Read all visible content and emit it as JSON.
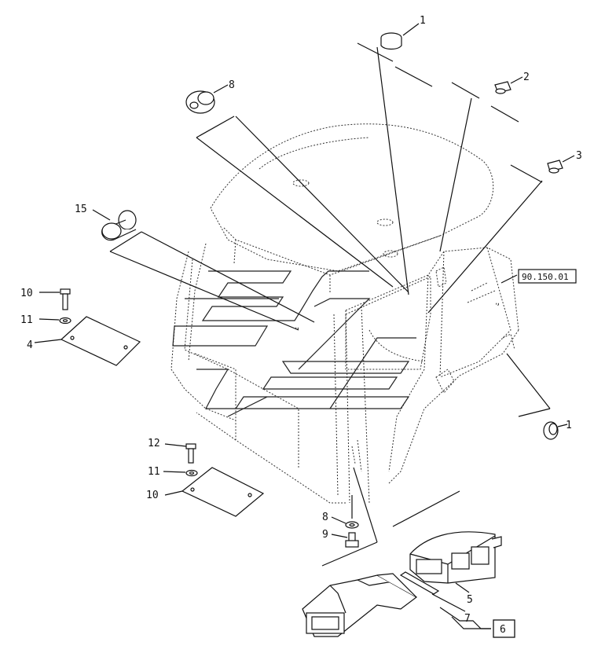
{
  "labels": {
    "p1": "1",
    "p2": "2",
    "p3": "3",
    "p4": "4",
    "p5": "5",
    "p6": "6",
    "p7": "7",
    "p8_top": "8",
    "p8_bottom": "8",
    "p9": "9",
    "p10_left": "10",
    "p10_bottom": "10",
    "p11_upper": "11",
    "p11_lower": "11",
    "p12": "12",
    "p15": "15",
    "p1_right": "1"
  },
  "reference_box": "90.150.01",
  "colors": {
    "ink": "#111111",
    "background": "#ffffff"
  }
}
